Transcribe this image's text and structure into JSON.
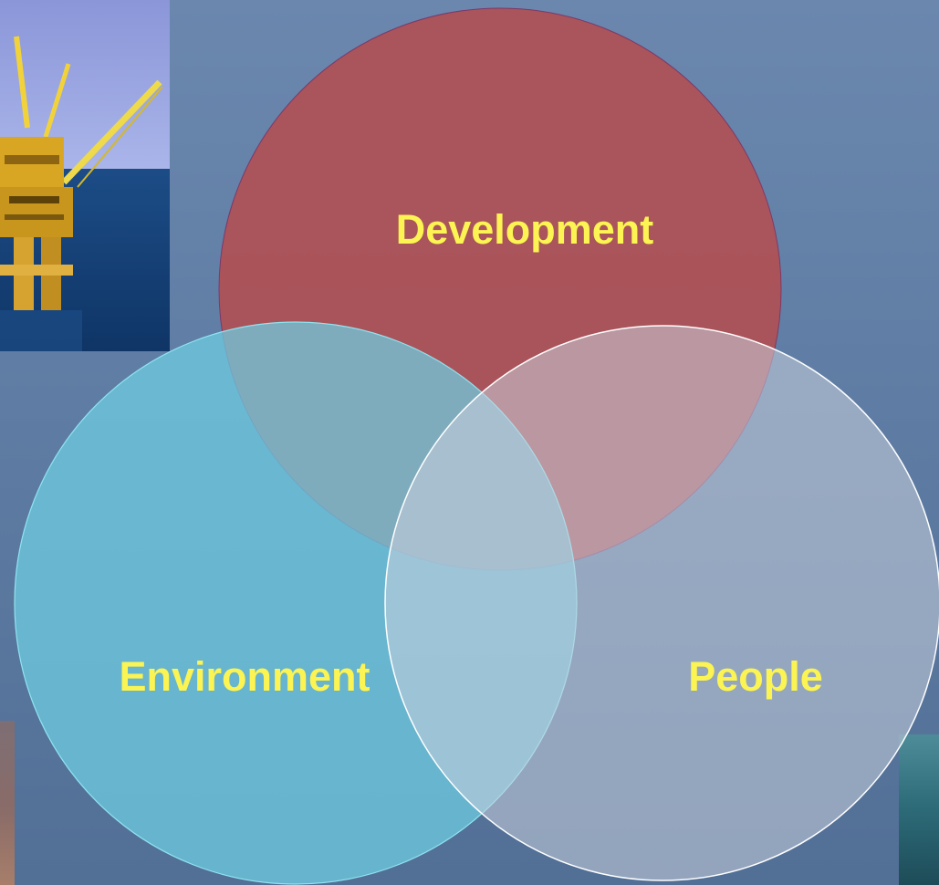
{
  "diagram": {
    "type": "venn",
    "sets": [
      {
        "id": "development",
        "label": "Development",
        "fill_color": "#b14f52",
        "stroke_color": "#7a3a6a"
      },
      {
        "id": "environment",
        "label": "Environment",
        "fill_color": "#6fcfe3",
        "stroke_color": "#8fe4f0"
      },
      {
        "id": "people",
        "label": "People",
        "fill_color": "#c8cfdc",
        "stroke_color": "#ffffff"
      }
    ],
    "label_color": "#fbf452"
  },
  "photos": [
    {
      "id": "offshore-platform",
      "icon": "offshore-oil-platform-photo"
    },
    {
      "id": "left-edge-photo",
      "icon": "cropped-photo"
    },
    {
      "id": "right-edge-photo",
      "icon": "sea-photo"
    }
  ],
  "colors": {
    "background": "#5f7da4"
  }
}
